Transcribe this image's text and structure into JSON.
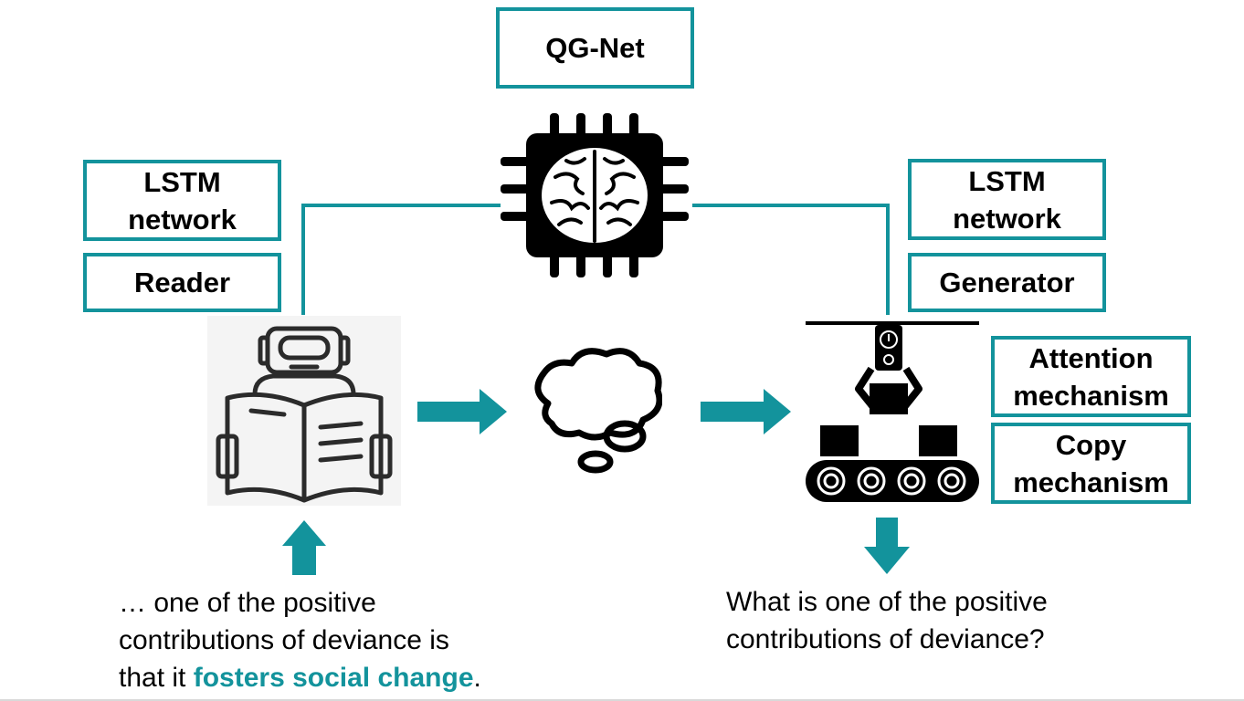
{
  "boxes": {
    "qgnet": "QG-Net",
    "reader_lstm": [
      "LSTM",
      "network"
    ],
    "reader": "Reader",
    "generator_lstm": [
      "LSTM",
      "network"
    ],
    "generator": "Generator",
    "attention": [
      "Attention",
      "mechanism"
    ],
    "copy": [
      "Copy",
      "mechanism"
    ]
  },
  "input_text": {
    "line1": "… one of the positive",
    "line2": "contributions of deviance is",
    "line3_prefix": "that it ",
    "line3_highlight": "fosters social change",
    "line3_suffix": "."
  },
  "output_text": {
    "line1": "What is one of the positive",
    "line2": "contributions of deviance?"
  },
  "icons": {
    "processor": "brain-chip-icon",
    "reader": "robot-reading-book-icon",
    "thought": "thought-bubble-icon",
    "generator": "robotic-arm-conveyor-icon"
  },
  "colors": {
    "accent": "#13939c",
    "ink": "#000000"
  }
}
